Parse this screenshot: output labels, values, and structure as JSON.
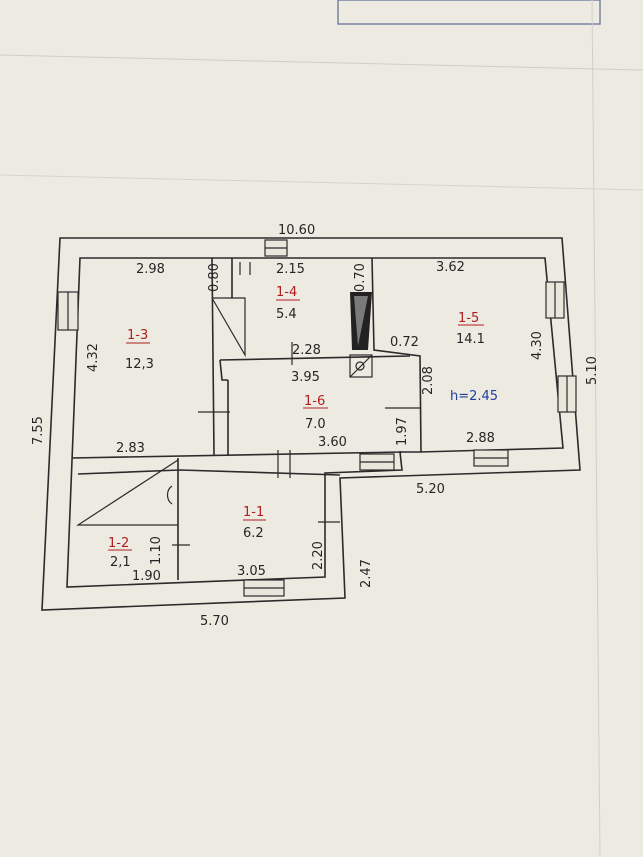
{
  "colors": {
    "paper": "#e9e6dc",
    "wall": "#2b2b2b",
    "room_id": "#b01e1e",
    "height_note": "#1f3f9c",
    "pen": "#262626",
    "faint_grid": "#c9c9c4"
  },
  "overall": {
    "top_width": "10.60",
    "left_height": "7.55",
    "right_height": "5.10",
    "bottom_left_width": "5.70",
    "bottom_right_width": "5.20",
    "lower_right_height": "2.47"
  },
  "rooms": [
    {
      "id": "1-3",
      "area": "12,3",
      "dims": [
        "2.98",
        "4.32",
        "2.83"
      ]
    },
    {
      "id": "1-4",
      "area": "5.4",
      "dims": [
        "2.15",
        "0.80",
        "0.70",
        "2.28"
      ]
    },
    {
      "id": "1-5",
      "area": "14.1",
      "dims": [
        "3.62",
        "4.30",
        "0.72",
        "2.88"
      ]
    },
    {
      "id": "1-6",
      "area": "7.0",
      "dims": [
        "3.95",
        "3.60",
        "2.08",
        "1.97"
      ]
    },
    {
      "id": "1-1",
      "area": "6.2",
      "dims": [
        "3.05",
        "2.20"
      ]
    },
    {
      "id": "1-2",
      "area": "2,1",
      "dims": [
        "1.90",
        "1.10"
      ]
    }
  ],
  "height_note": "h=2.45"
}
